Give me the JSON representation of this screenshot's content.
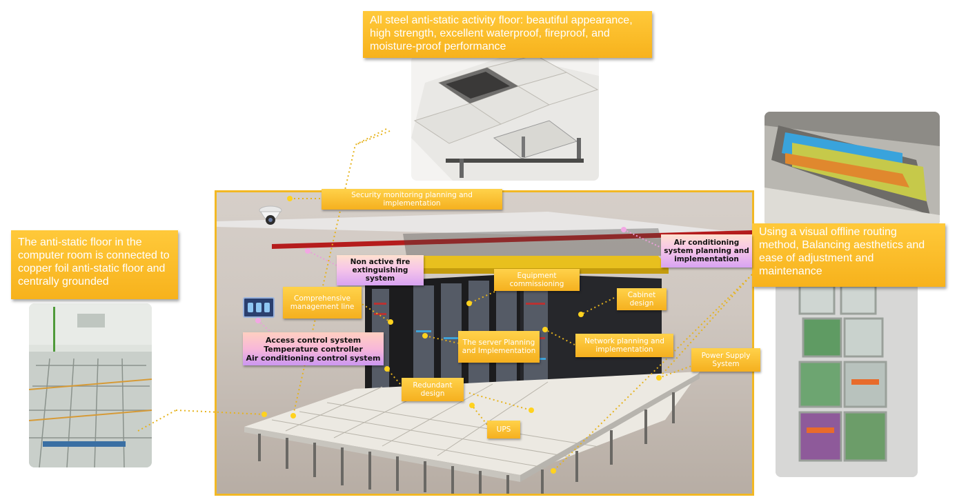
{
  "colors": {
    "accent": "#f5b01f",
    "frame": "#f2b824",
    "leader": "#e6b31c"
  },
  "top_callout": {
    "text": "All steel anti-static activity floor: beautiful appearance, high strength, excellent waterproof, fireproof, and moisture-proof performance"
  },
  "left_callout": {
    "text": "The anti-static floor in the computer room is connected to copper foil anti-static floor and centrally grounded"
  },
  "right_callout": {
    "text": "Using a visual offline routing method, Balancing aesthetics and ease of adjustment and maintenance"
  },
  "labels": {
    "security": "Security monitoring planning and implementation",
    "fire": "Non active fire extinguishing system",
    "mgmt": "Comprehensive management line",
    "equip": "Equipment commissioning",
    "cabinet": "Cabinet design",
    "aircon": "Air conditioning system planning and implementation",
    "access_lines": [
      "Access control system",
      "Temperature controller",
      "Air conditioning control system"
    ],
    "server": "The server Planning and Implementation",
    "network": "Network planning and implementation",
    "power": "Power Supply System",
    "redundant": "Redundant design",
    "ups": "UPS"
  },
  "icons": {
    "camera": "security-camera-icon",
    "panel": "control-panel-icon"
  }
}
